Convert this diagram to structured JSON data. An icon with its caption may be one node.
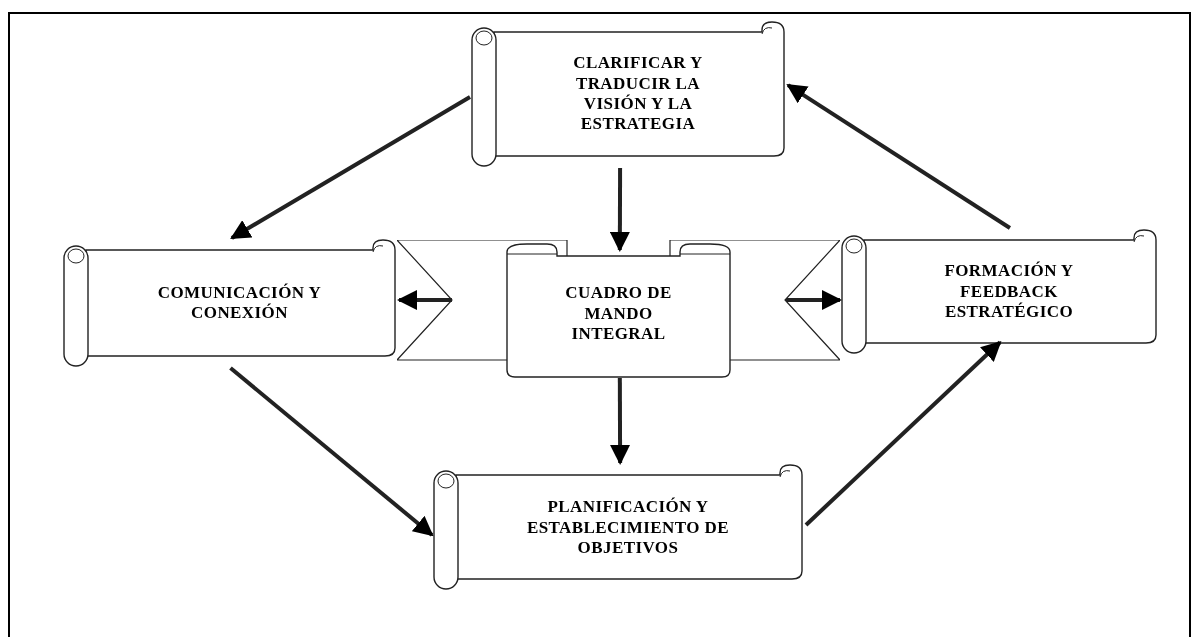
{
  "diagram": {
    "nodes": [
      {
        "text": [
          "CLARIFICAR Y TRADUCIR LA VISIÓN Y LA ESTRATEGIA"
        ]
      },
      {
        "text": [
          "COMUNICACIÓN Y CONEXIÓN"
        ]
      },
      {
        "text": [
          "CUADRO DE MANDO INTEGRAL"
        ]
      },
      {
        "text": [
          "FORMACIÓN Y FEEDBACK ESTRATÉGICO"
        ]
      },
      {
        "text": [
          "PLANIFICACIÓN Y ESTABLECIMIENTO DE OBJETIVOS"
        ]
      }
    ],
    "edges": [
      {
        "from": 0,
        "to": 1,
        "arrow": "to"
      },
      {
        "from": 0,
        "to": 2,
        "arrow": "to"
      },
      {
        "from": 3,
        "to": 0,
        "arrow": "to"
      },
      {
        "from": 2,
        "to": 1,
        "arrow": "to"
      },
      {
        "from": 2,
        "to": 3,
        "arrow": "to"
      },
      {
        "from": 2,
        "to": 4,
        "arrow": "to"
      },
      {
        "from": 1,
        "to": 4,
        "arrow": "to"
      },
      {
        "from": 4,
        "to": 3,
        "arrow": "to"
      }
    ]
  }
}
